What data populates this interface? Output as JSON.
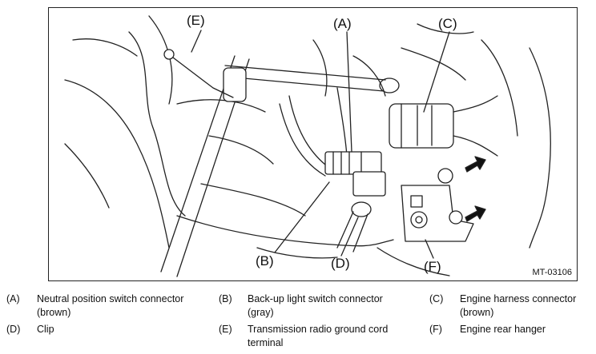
{
  "figure": {
    "id": "MT-03106",
    "callouts": {
      "E": "(E)",
      "A": "(A)",
      "C": "(C)",
      "B": "(B)",
      "D": "(D)",
      "F": "(F)"
    }
  },
  "legend": [
    {
      "key": "(A)",
      "text": "Neutral position switch connector\n(brown)"
    },
    {
      "key": "(B)",
      "text": "Back-up light switch connector\n(gray)"
    },
    {
      "key": "(C)",
      "text": "Engine harness connector\n(brown)"
    },
    {
      "key": "(D)",
      "text": "Clip"
    },
    {
      "key": "(E)",
      "text": "Transmission radio ground cord\nterminal"
    },
    {
      "key": "(F)",
      "text": "Engine rear hanger"
    }
  ]
}
